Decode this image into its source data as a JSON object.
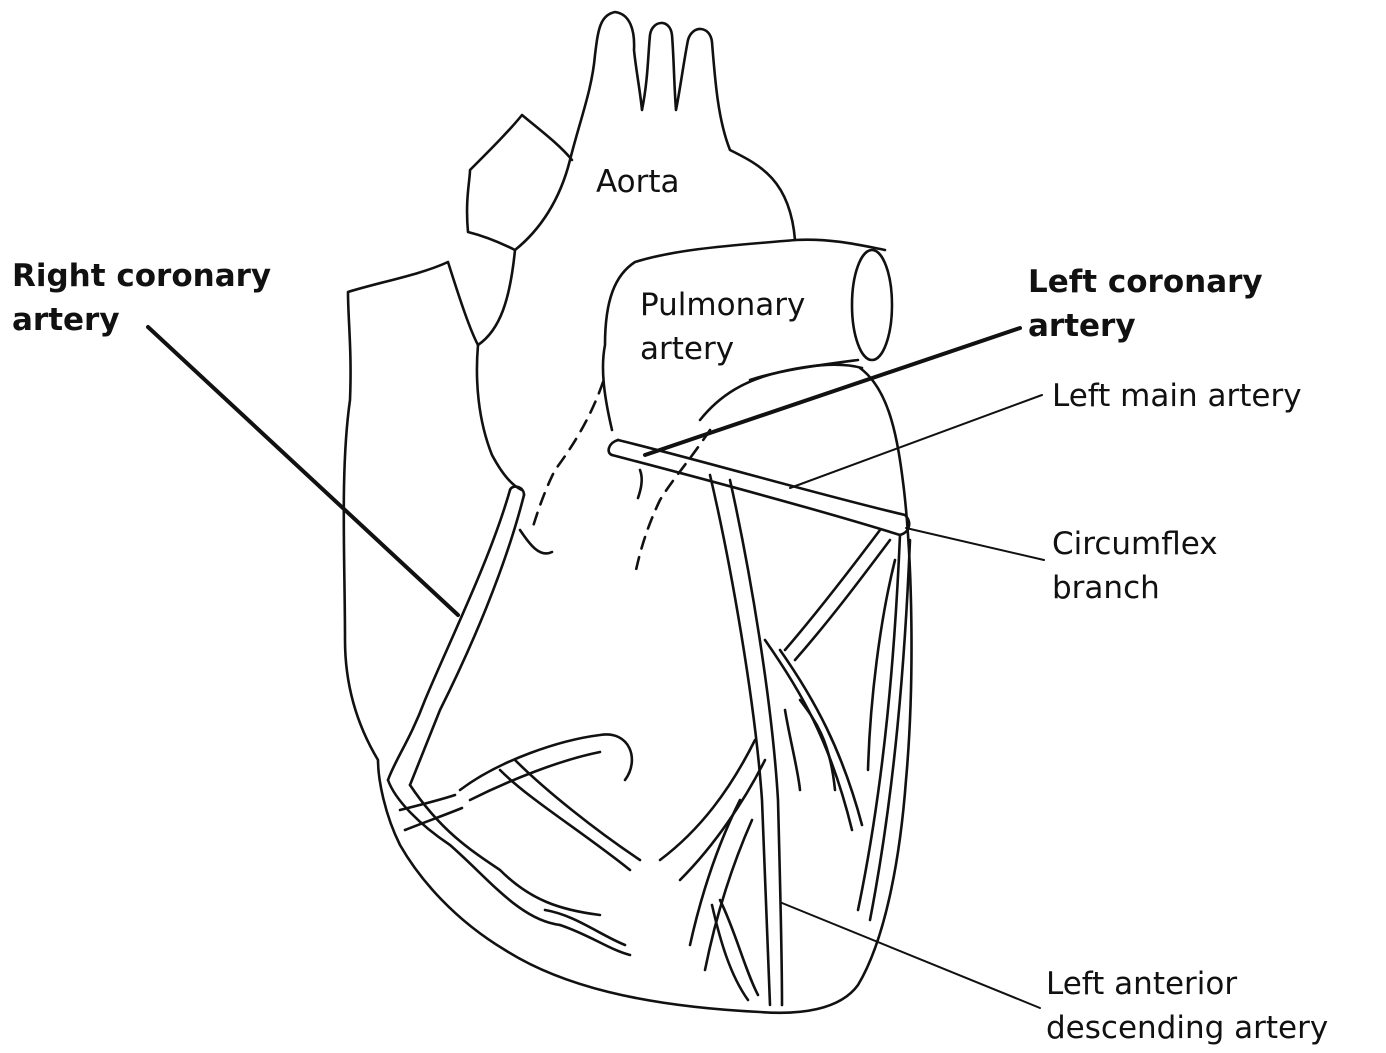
{
  "labels": {
    "aorta": "Aorta",
    "pulmonary": [
      "Pulmonary",
      "artery"
    ],
    "right_coronary": [
      "Right coronary",
      "artery"
    ],
    "left_coronary": [
      "Left coronary",
      "artery"
    ],
    "left_main": "Left main artery",
    "circumflex": [
      "Circumflex",
      "branch"
    ],
    "lad": [
      "Left anterior",
      "descending artery"
    ]
  },
  "colors": {
    "ink": "#111111",
    "background": "#ffffff"
  }
}
